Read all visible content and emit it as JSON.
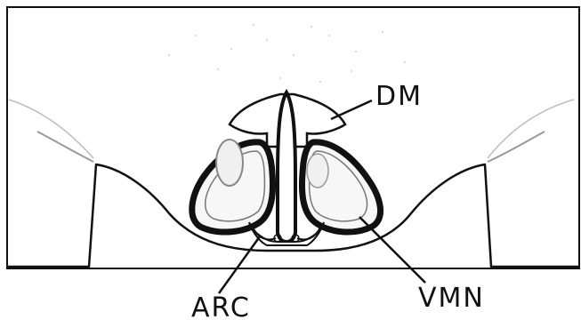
{
  "labels": {
    "dm": "DM",
    "vmn": "VMN",
    "arc": "ARC"
  },
  "colors": {
    "line": "#111111",
    "background": "#ffffff",
    "faint_line": "#b8b8b8",
    "nucleus_fill": "#f4f4f4"
  }
}
